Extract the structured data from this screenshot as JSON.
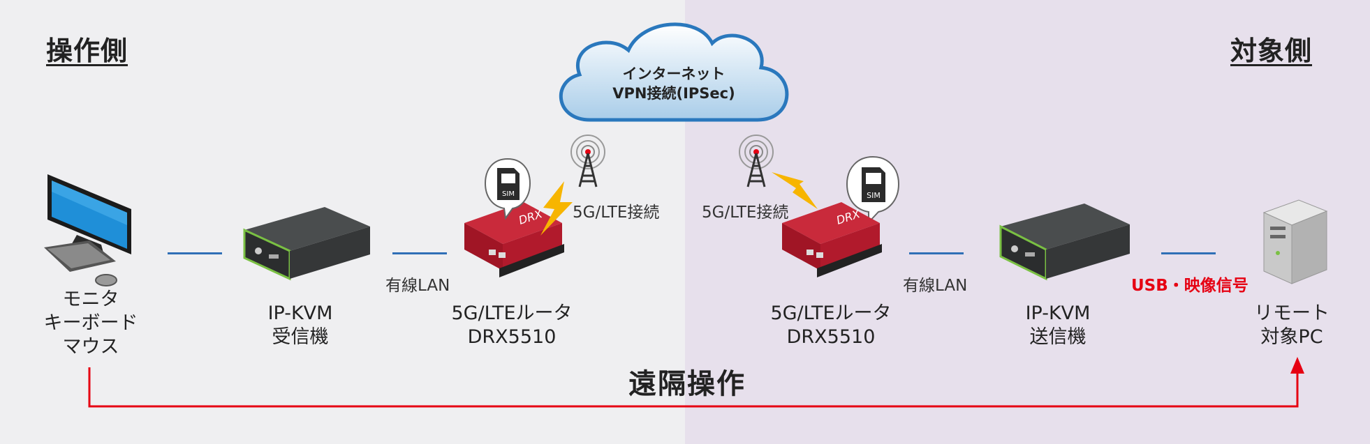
{
  "sides": {
    "left": "操作側",
    "right": "対象側"
  },
  "cloud": {
    "line1": "インターネット",
    "line2": "VPN接続(IPSec)"
  },
  "devices": {
    "console": "モニタ\nキーボード\nマウス",
    "kvm_receiver": "IP-KVM\n受信機",
    "router_left": "5G/LTEルータ\nDRX5510",
    "router_right": "5G/LTEルータ\nDRX5510",
    "kvm_transmitter": "IP-KVM\n送信機",
    "remote_pc": "リモート\n対象PC"
  },
  "connections": {
    "lan_left": "有線LAN",
    "lan_right": "有線LAN",
    "lte_left": "5G/LTE接続",
    "lte_right": "5G/LTE接続",
    "usb_video": "USB・映像信号"
  },
  "sim_label": "SIM",
  "router_brand": "DRX",
  "remote_operation": "遠隔操作",
  "colors": {
    "left_bg": "#efeff1",
    "right_bg": "#e7e0ec",
    "line_blue": "#2f6fb6",
    "arrow_red": "#e60012",
    "router_red": "#b11226",
    "bolt": "#f7b500"
  }
}
